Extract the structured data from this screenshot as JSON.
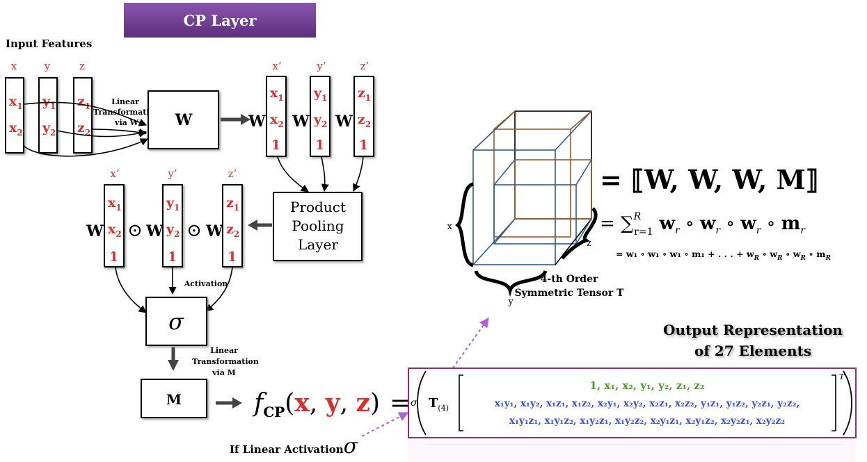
{
  "header": {
    "title": "CP Layer"
  },
  "input": {
    "title": "Input Features",
    "x_label": "x",
    "y_label": "y",
    "z_label": "z",
    "x1": "x",
    "x2": "x",
    "y1": "y",
    "y2": "y",
    "z1": "z",
    "z2": "z",
    "sub1": "1",
    "sub2": "2"
  },
  "linear_w": {
    "line1": "Linear",
    "line2": "Transformation",
    "line3": "via W"
  },
  "w_box": {
    "label": "W"
  },
  "w_prefix": "W",
  "prime": {
    "x": "x’",
    "y": "y’",
    "z": "z’"
  },
  "one": "1",
  "pooling": {
    "line1": "Product",
    "line2": "Pooling",
    "line3": "Layer"
  },
  "odot": "⊙",
  "activation": "Activation",
  "sigma": "σ",
  "linear_m": {
    "line1": "Linear",
    "line2": "Transformation",
    "line3": "via M"
  },
  "m_box": {
    "label": "M"
  },
  "output_func": {
    "f": "f",
    "sub": "CP",
    "open": "(",
    "x": "x",
    "comma1": ", ",
    "y": "y",
    "comma2": ", ",
    "z": "z",
    "close": ")",
    "equals": "="
  },
  "linear_activation": {
    "text": "If Linear Activation",
    "sigma": "σ"
  },
  "tensor": {
    "x_label": "x",
    "y_label": "y",
    "z_label": "z",
    "caption1": "4-th Order",
    "caption2": "Symmetric Tensor T"
  },
  "equations": {
    "eq1": "= ⟦W, W, W, M⟧",
    "eq2_prefix": "= ∑",
    "eq2_sup": "R",
    "eq2_sub": "r=1",
    "eq2_body": " w",
    "eq2_r": "r",
    "eq2_circ": " ∘ ",
    "eq2_m": "m",
    "eq3": "= w₁ ∘ w₁ ∘ w₁ ∘ m₁ + . . . + w",
    "eq3_R": "R",
    "eq3_tail": " ∘ w"
  },
  "output_rep": {
    "line1": "Output Representation",
    "line2": "of 27 Elements"
  },
  "output_vector": {
    "sigma": "σ",
    "T": "T",
    "T_sub": "(4)",
    "transpose": "T",
    "row1": "1,  x₁,  x₂,  y₁,  y₂,  z₁,  z₂",
    "row2": "x₁y₁, x₁y₂, x₁z₁, x₁z₂, x₂y₁, x₂y₂, x₂z₁, x₂z₂, y₁z₁, y₁z₂, y₂z₁, y₂z₂,",
    "row3": "x₁y₁z₁, x₁y₁z₂, x₁y₂z₁, x₁y₂z₂, x₂y₁z₁, x₂y₁z₂, x₂y₂z₁, x₂y₂z₂"
  },
  "colors": {
    "header_bg": "#6b3a8c",
    "red": "#d9302c",
    "green": "#4c9a2a",
    "blue": "#3a4fd8",
    "matrix_border": "#9b2a6a",
    "cube_blue": "#2f5a8a",
    "cube_brown": "#9a5a2a",
    "dashed_arrow": "#b061d6"
  }
}
